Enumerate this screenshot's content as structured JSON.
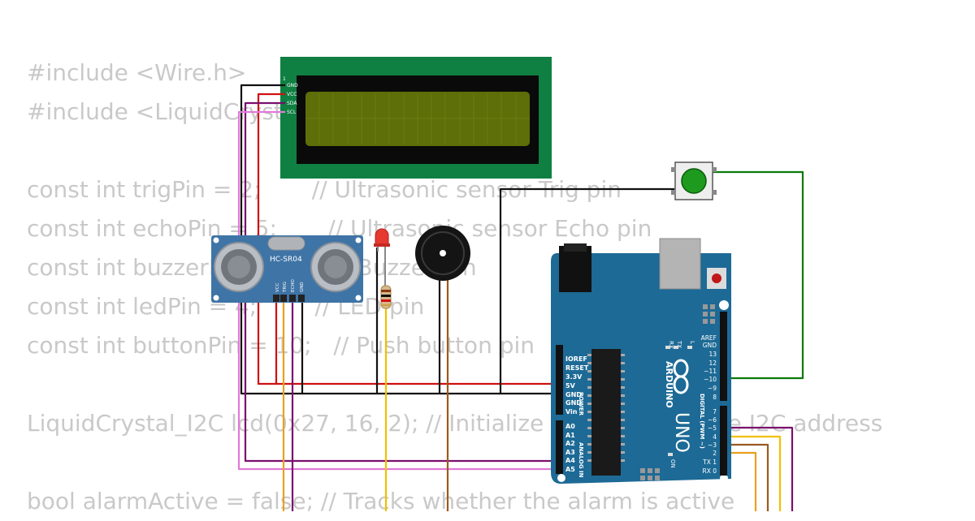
{
  "code_lines": [
    "#include <Wire.h>",
    "#include <LiquidCrystal_I2C.h>",
    "",
    "const int trigPin = 2;       // Ultrasonic sensor Trig pin",
    "const int echoPin = 5;       // Ultrasonic sensor Echo pin",
    "const int buzzerPin = 3;     // Buzzer pin",
    "const int ledPin = 4;        // LED pin",
    "const int buttonPin = 10;   // Push button pin",
    "",
    "LiquidCrystal_I2C lcd(0x27, 16, 2); // Initialize the LCD with the I2C address",
    "",
    "bool alarmActive = false; // Tracks whether the alarm is active"
  ],
  "lcd": {
    "pins": [
      "1",
      "GND",
      "VCC",
      "SDA",
      "SCL"
    ]
  },
  "sensor": {
    "label": "HC-SR04",
    "pins": [
      "VCC",
      "TRIG",
      "ECHO",
      "GND"
    ]
  },
  "arduino": {
    "brand": "ARDUINO",
    "model": "UNO",
    "power_pins": [
      "IOREF",
      "RESET",
      "3.3V",
      "5V",
      "GND",
      "GND",
      "Vin"
    ],
    "power_title": "POWER",
    "analog_pins": [
      "A0",
      "A1",
      "A2",
      "A3",
      "A4",
      "A5"
    ],
    "analog_title": "ANALOG IN",
    "digital_top": [
      "AREF",
      "GND",
      "13",
      "12",
      "~11",
      "~10",
      "~9",
      "8"
    ],
    "digital_bottom": [
      "7",
      "~6",
      "~5",
      "4",
      "~3",
      "2",
      "TX 1",
      "RX 0"
    ],
    "digital_title": "DIGITAL (PWM ~)",
    "led_labels": [
      "RX",
      "TX",
      "L"
    ],
    "on_label": "ON"
  },
  "colors": {
    "lcd_board": "#0f7f42",
    "lcd_screen": "#5e6e08",
    "board": "#1d6a96",
    "sensor": "#3f74a6",
    "wire_black": "#111111",
    "wire_red": "#d01010",
    "wire_purple": "#7a0f6e",
    "wire_pink": "#e07ad8",
    "wire_orange": "#e8a020",
    "wire_yellow": "#f0c000",
    "wire_brown": "#9a5a20",
    "wire_green": "#0a7a0a"
  }
}
